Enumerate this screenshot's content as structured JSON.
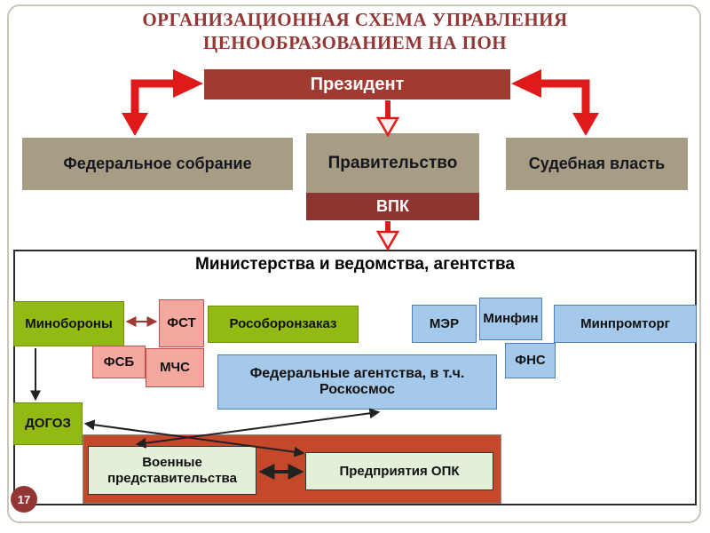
{
  "slide": {
    "title_line1": "ОРГАНИЗАЦИОННАЯ СХЕМА УПРАВЛЕНИЯ",
    "title_line2": "ЦЕНООБРАЗОВАНИЕМ НА ПОН",
    "page_number": "17"
  },
  "top_level": {
    "president": "Президент",
    "federal_assembly": "Федеральное собрание",
    "government": "Правительство",
    "vpk": "ВПК",
    "judicial_power": "Судебная власть"
  },
  "ministries": {
    "header": "Министерства и ведомства, агентства",
    "minoborony": "Минобороны",
    "fst": "ФСТ",
    "rosoboronzakaz": "Рособоронзаказ",
    "mer": "МЭР",
    "minfin": "Минфин",
    "minpromtorg": "Минпромторг",
    "fsb": "ФСБ",
    "mchs": "МЧС",
    "fns": "ФНС",
    "federal_agencies": "Федеральные агентства, в т.ч. Роскосмос",
    "dogoz": "ДОГОЗ",
    "military_representations": "Военные представительства",
    "opk_enterprises": "Предприятия ОПК"
  },
  "colors": {
    "title_text": "#943634",
    "dark_red_box": "#A13A31",
    "tan_box": "#A79D85",
    "green_box": "#92BA12",
    "pink_box": "#F4A8A0",
    "blue_box": "#A5C9EA",
    "pale_green_box": "#E2F0D9",
    "orange_container": "#C4492B",
    "red_arrow": "#E01A1A",
    "black_connector": "#222222"
  }
}
